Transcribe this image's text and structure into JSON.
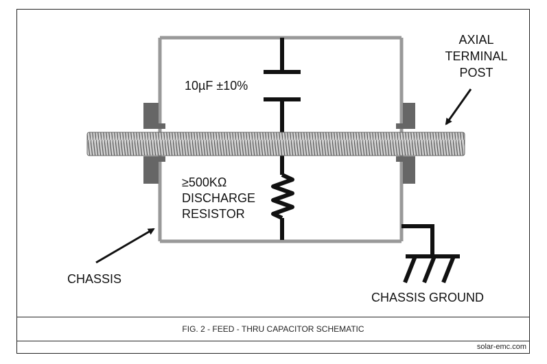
{
  "labels": {
    "capacitor_value": "10µF ±10%",
    "resistor_value": "≥500KΩ",
    "resistor_line2": "DISCHARGE",
    "resistor_line3": "RESISTOR",
    "post_line1": "AXIAL",
    "post_line2": "TERMINAL",
    "post_line3": "POST",
    "chassis": "CHASSIS",
    "ground": "CHASSIS GROUND"
  },
  "caption": "FIG. 2 - FEED - THRU CAPACITOR SCHEMATIC",
  "credit": "solar-emc.com",
  "colors": {
    "chassis_outline": "#999999",
    "flange": "#666666",
    "wire": "#111111",
    "post_fill": "#bdbdbd"
  }
}
